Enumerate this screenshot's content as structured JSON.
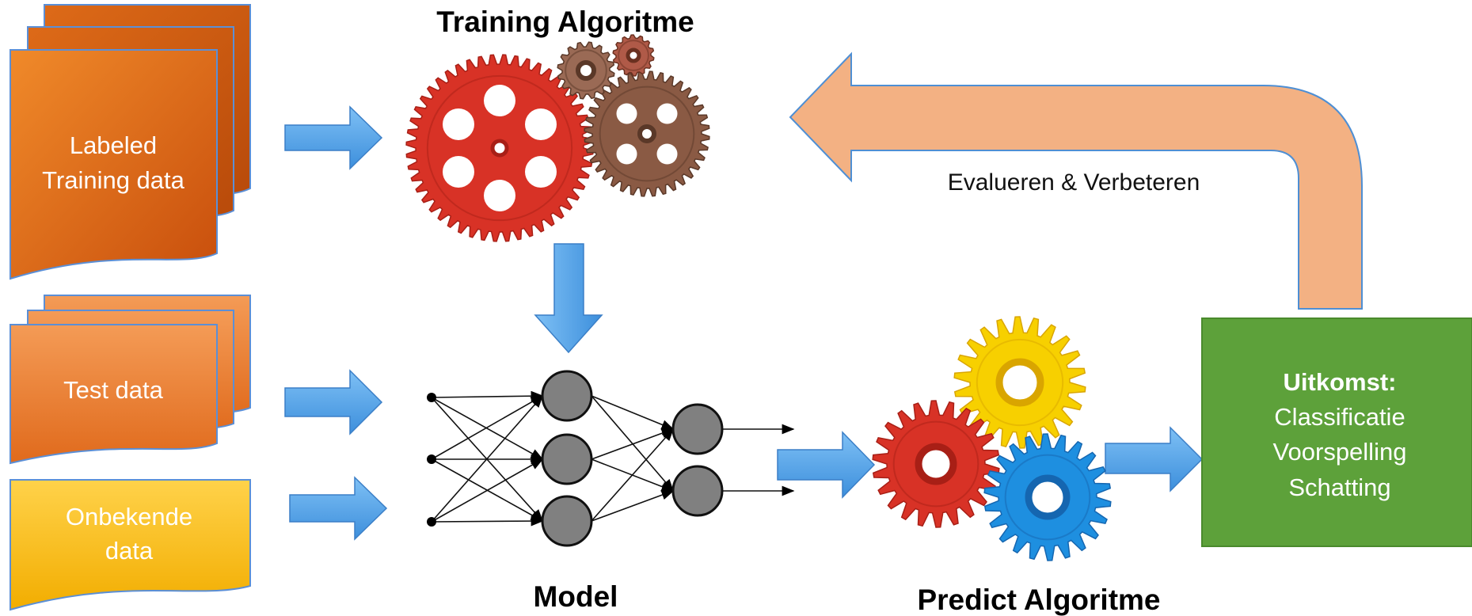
{
  "inputs": {
    "labeled": {
      "line1": "Labeled",
      "line2": "Training data"
    },
    "test": {
      "label": "Test data"
    },
    "unknown": {
      "line1": "Onbekende",
      "line2": "data"
    }
  },
  "training": {
    "title": "Training Algoritme"
  },
  "model": {
    "title": "Model"
  },
  "predict": {
    "title": "Predict Algoritme"
  },
  "feedback": {
    "label": "Evalueren & Verbeteren"
  },
  "outcome": {
    "title": "Uitkomst:",
    "items": [
      "Classificatie",
      "Voorspelling",
      "Schatting"
    ]
  },
  "colors": {
    "orange_dark": "#d65a0e",
    "orange_light": "#ef7a30",
    "yellow": "#f5b800",
    "green": "#5da13a",
    "arrow_blue": "#4d9ce6",
    "feedback_peach": "#f3b183",
    "gear_red": "#d83226",
    "gear_brown": "#8a5a44",
    "gear_yellow": "#f7d000",
    "gear_blue": "#1e8fe0",
    "neuron_gray": "#808080"
  }
}
